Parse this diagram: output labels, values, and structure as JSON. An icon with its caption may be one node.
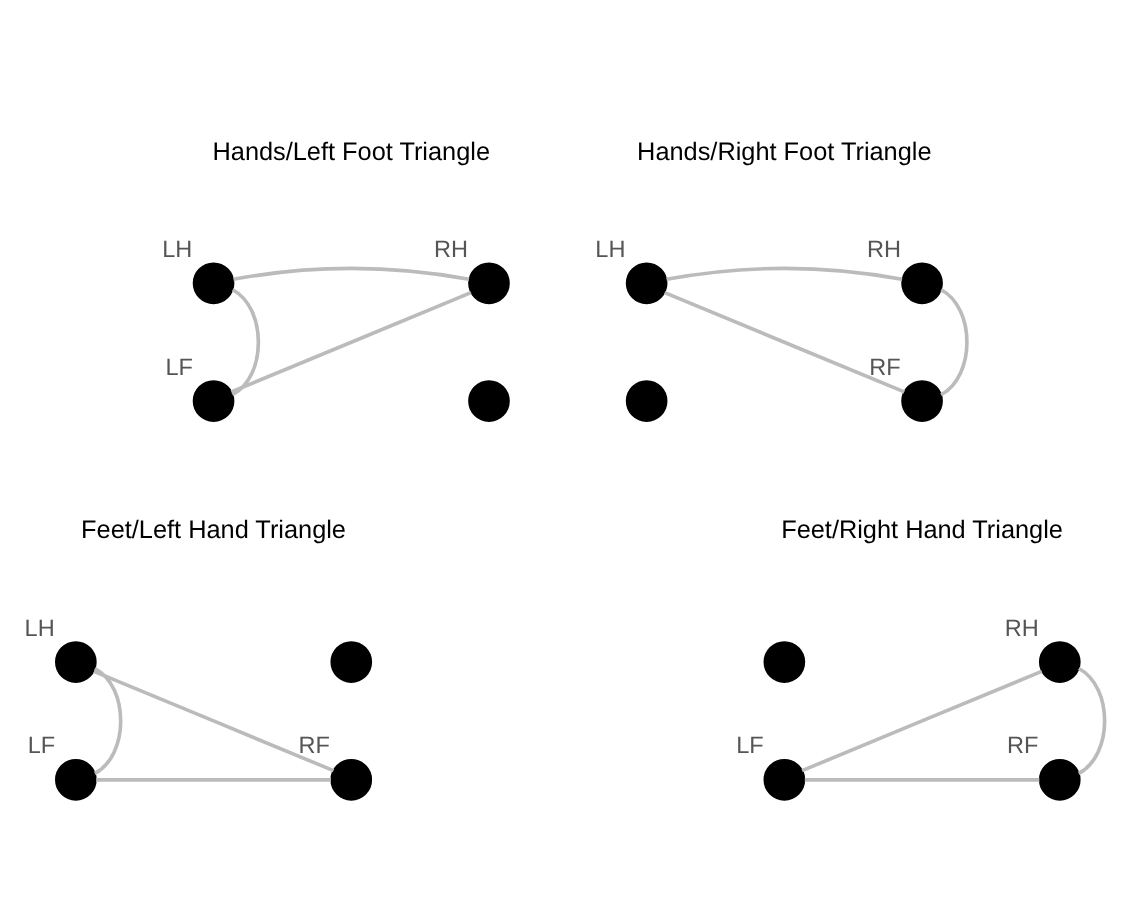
{
  "diagram": {
    "nodes": [
      {
        "text": [],
        "shape": "circle",
        "beside": [
          "LH"
        ]
      },
      {
        "text": [],
        "shape": "circle",
        "beside": [
          "RH"
        ]
      },
      {
        "text": [],
        "shape": "circle",
        "beside": [
          "LF"
        ]
      },
      {
        "text": [],
        "shape": "circle"
      },
      {
        "text": [],
        "shape": "circle",
        "beside": [
          "LH"
        ]
      },
      {
        "text": [],
        "shape": "circle",
        "beside": [
          "RH"
        ]
      },
      {
        "text": [],
        "shape": "circle"
      },
      {
        "text": [],
        "shape": "circle",
        "beside": [
          "RF"
        ]
      },
      {
        "text": [],
        "shape": "circle",
        "beside": [
          "LH"
        ]
      },
      {
        "text": [],
        "shape": "circle"
      },
      {
        "text": [],
        "shape": "circle",
        "beside": [
          "LF"
        ]
      },
      {
        "text": [],
        "shape": "circle",
        "beside": [
          "RF"
        ]
      },
      {
        "text": [],
        "shape": "circle"
      },
      {
        "text": [],
        "shape": "circle",
        "beside": [
          "RH"
        ]
      },
      {
        "text": [],
        "shape": "circle",
        "beside": [
          "LF"
        ]
      },
      {
        "text": [],
        "shape": "circle",
        "beside": [
          "RF"
        ]
      }
    ],
    "edges": [
      {
        "from": 0,
        "to": 1,
        "arrow": "none"
      },
      {
        "from": 1,
        "to": 2,
        "arrow": "none"
      },
      {
        "from": 0,
        "to": 2,
        "arrow": "none"
      },
      {
        "from": 4,
        "to": 5,
        "arrow": "none"
      },
      {
        "from": 4,
        "to": 7,
        "arrow": "none"
      },
      {
        "from": 5,
        "to": 7,
        "arrow": "none"
      },
      {
        "from": 8,
        "to": 10,
        "arrow": "none"
      },
      {
        "from": 8,
        "to": 11,
        "arrow": "none"
      },
      {
        "from": 10,
        "to": 11,
        "arrow": "none"
      },
      {
        "from": 13,
        "to": 14,
        "arrow": "none"
      },
      {
        "from": 13,
        "to": 15,
        "arrow": "none"
      },
      {
        "from": 14,
        "to": 15,
        "arrow": "none"
      }
    ],
    "labels": [
      "Hands/Left Foot Triangle",
      "Hands/Right Foot Triangle",
      "Feet/Left Hand Triangle",
      "Feet/Right Hand Triangle"
    ]
  }
}
